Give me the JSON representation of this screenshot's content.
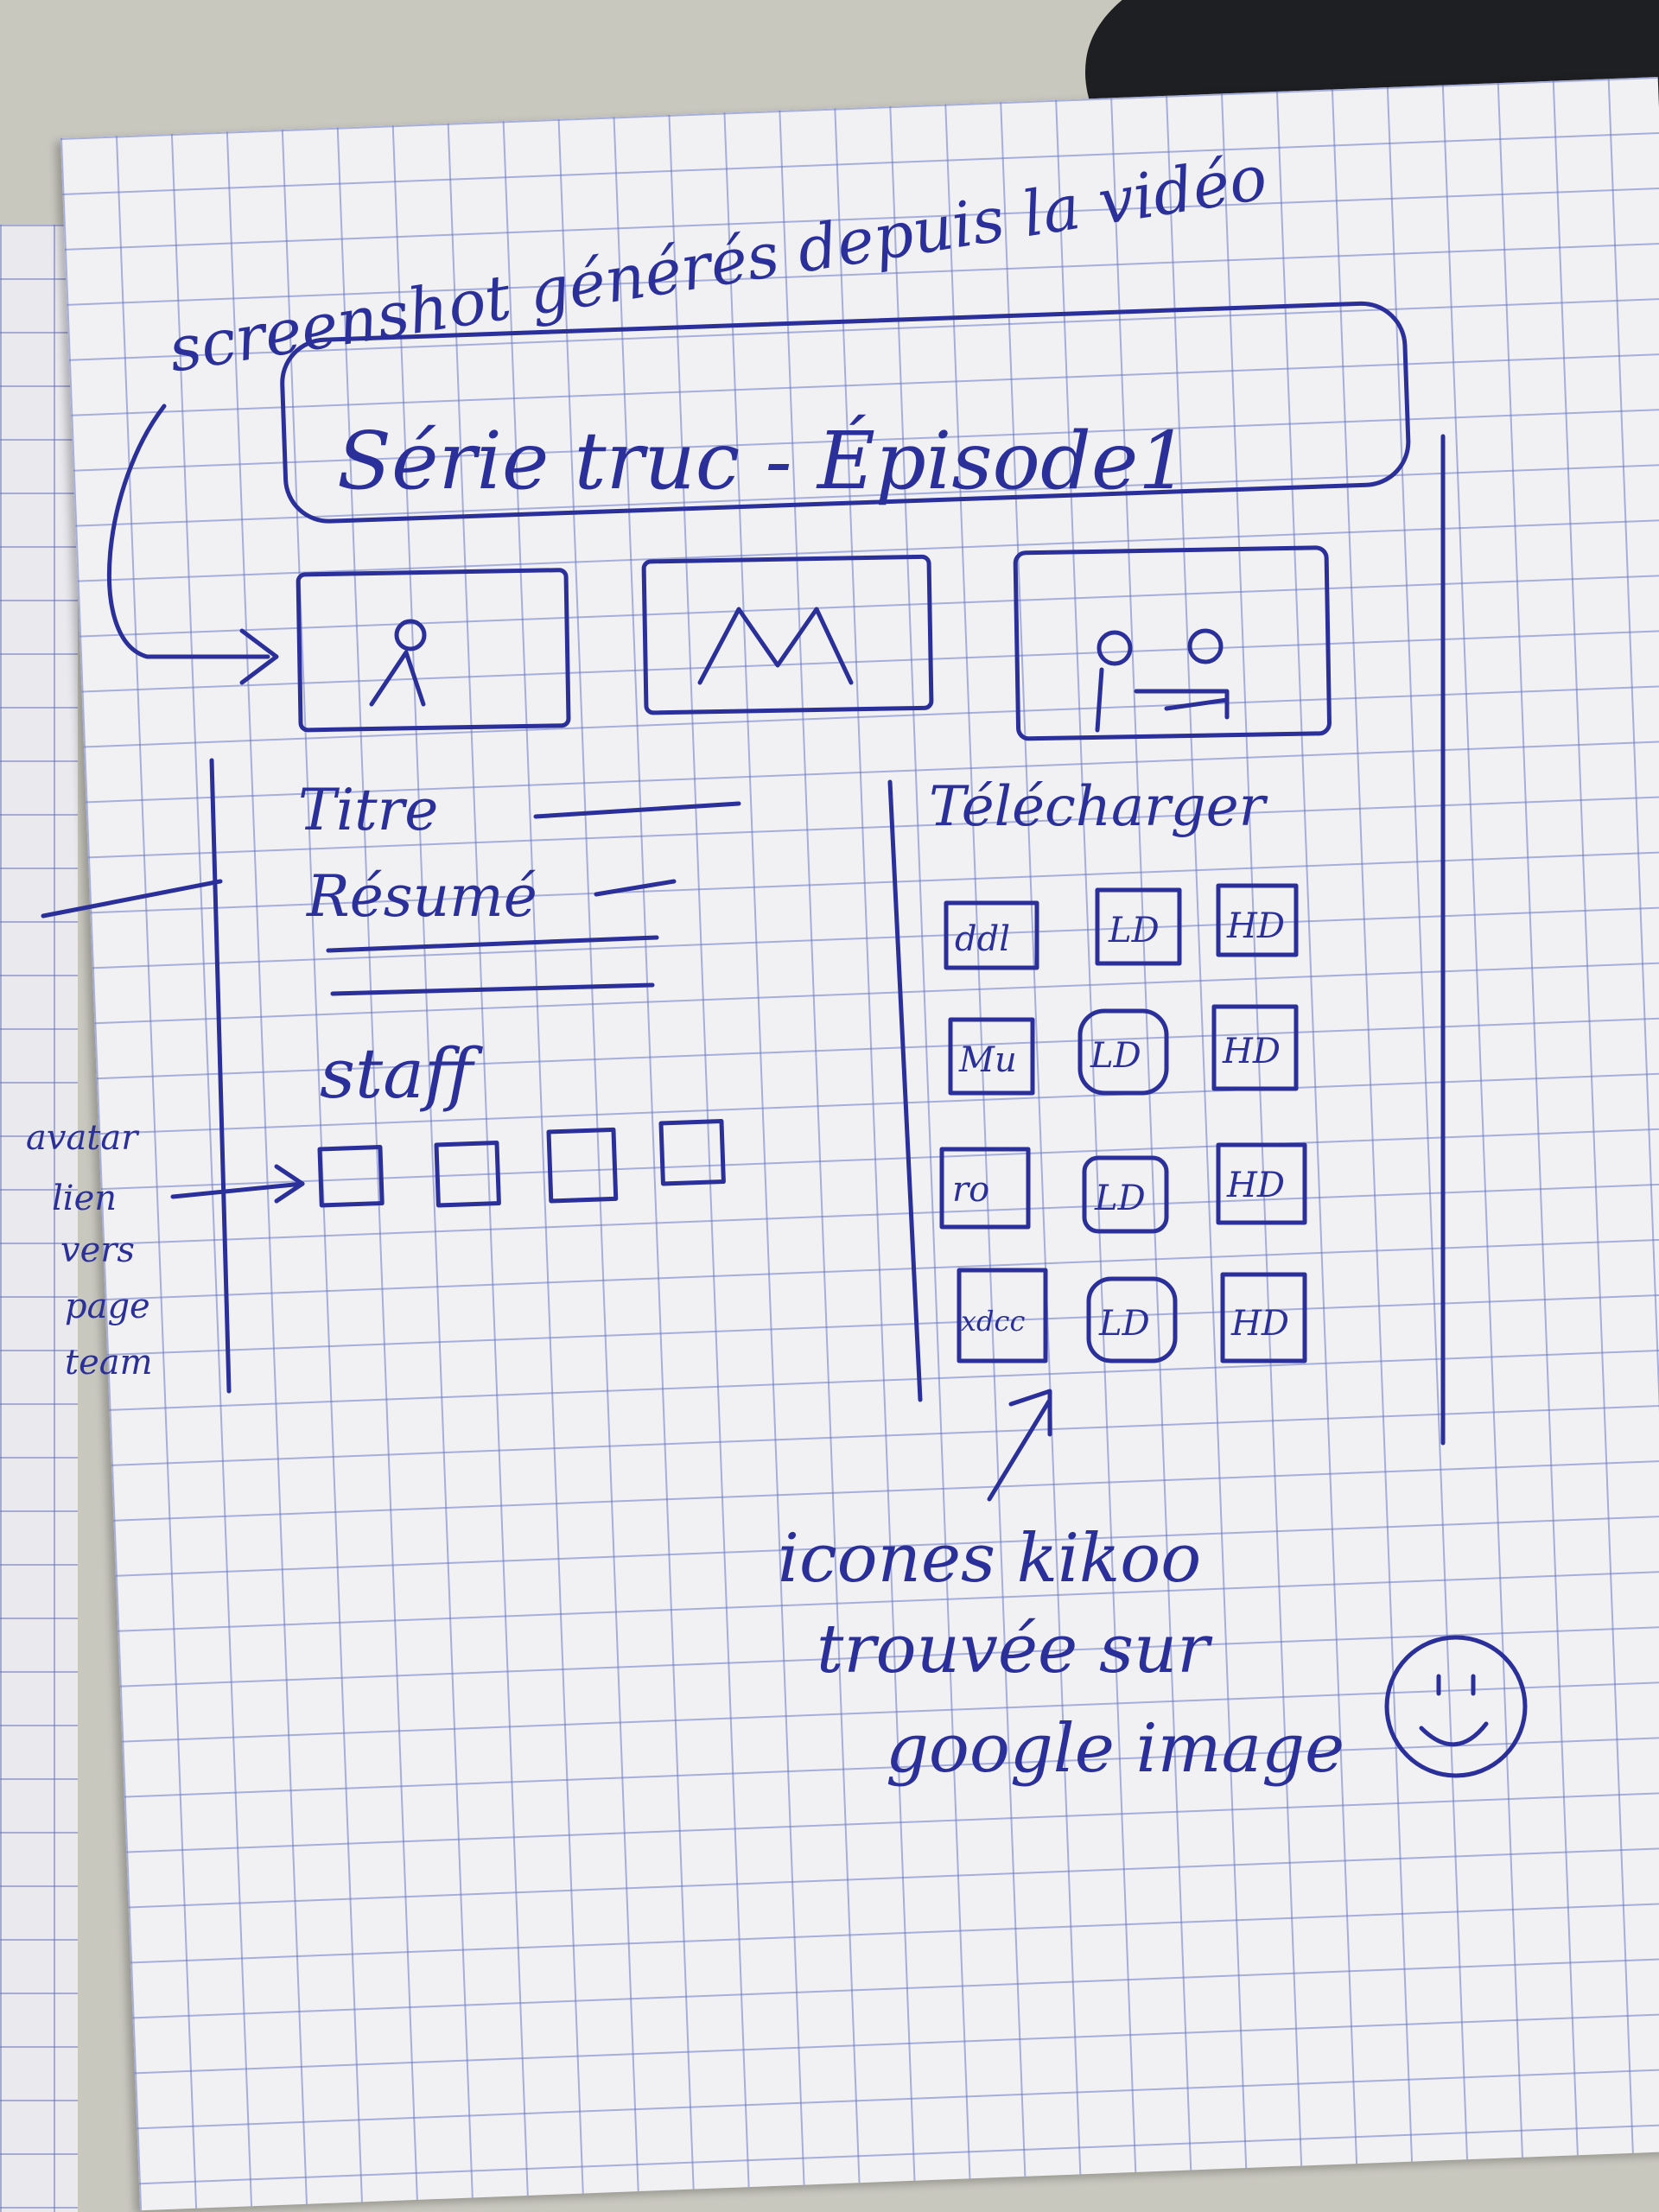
{
  "header_note": "screenshot générés depuis la vidéo",
  "title": "Série truc - Épisode1",
  "screenshots": [
    {
      "icon": "person-icon"
    },
    {
      "icon": "mountain-icon"
    },
    {
      "icon": "two-people-icon"
    }
  ],
  "info": {
    "titre": "Titre",
    "resume": "Résumé",
    "staff": "staff"
  },
  "staff_avatars": [
    {
      "icon": "avatar"
    },
    {
      "icon": "avatar"
    },
    {
      "icon": "avatar"
    },
    {
      "icon": "avatar"
    }
  ],
  "side_note": [
    "avatar",
    "lien",
    "vers",
    "page",
    "team"
  ],
  "download": {
    "label": "Télécharger",
    "rows": [
      [
        "ddl",
        "LD",
        "HD"
      ],
      [
        "Mu",
        "LD",
        "HD"
      ],
      [
        "ro",
        "LD",
        "HD"
      ],
      [
        "xdcc",
        "LD",
        "HD"
      ]
    ]
  },
  "icons_note": [
    "icones kikoo",
    "trouvée sur",
    "google image"
  ],
  "smiley": "smiley-face-icon",
  "colors": {
    "ink": "#2a2f9a",
    "paper": "#f1f1f4",
    "grid": "#6976c4"
  }
}
